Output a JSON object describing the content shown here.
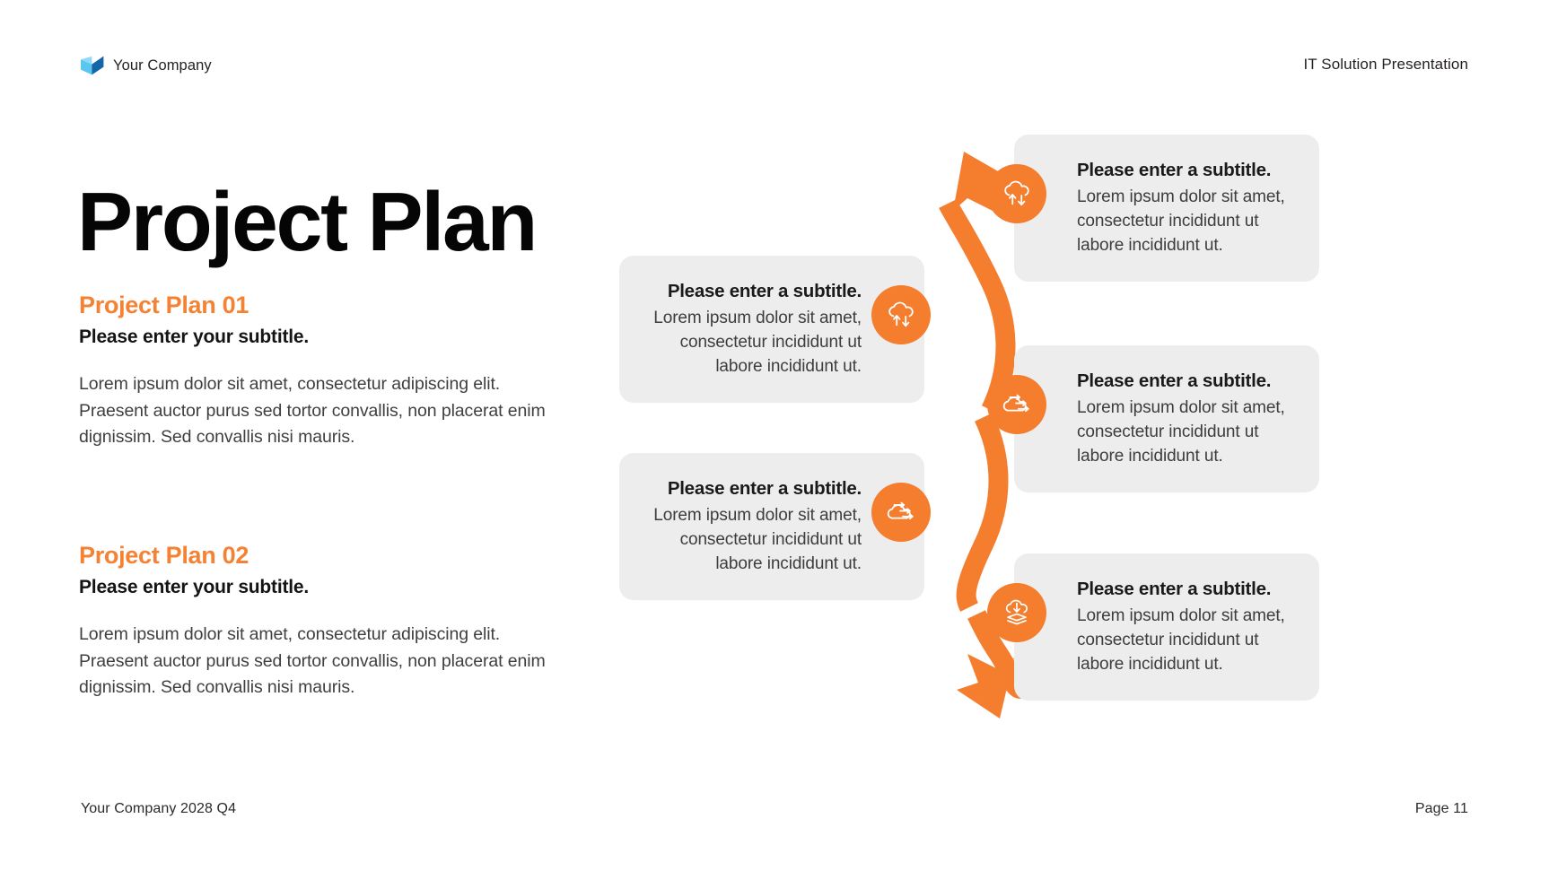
{
  "header": {
    "company": "Your Company",
    "logo_icon": "open-book-logo-icon",
    "right_label": "IT Solution Presentation"
  },
  "title": "Project Plan",
  "plans": [
    {
      "kicker": "Project Plan 01",
      "subtitle": "Please enter your subtitle.",
      "body": "Lorem ipsum dolor sit amet, consectetur adipiscing elit. Praesent auctor purus sed tortor convallis, non placerat enim dignissim. Sed convallis nisi mauris."
    },
    {
      "kicker": "Project Plan 02",
      "subtitle": "Please enter your subtitle.",
      "body": "Lorem ipsum dolor sit amet, consectetur adipiscing elit. Praesent auctor purus sed tortor convallis, non placerat enim dignissim. Sed convallis nisi mauris."
    }
  ],
  "diagram": {
    "flow_arrow_icon": "serpentine-double-arrow-icon",
    "cards_left": [
      {
        "title": "Please enter a subtitle.",
        "body": "Lorem ipsum dolor sit amet, consectetur incididunt ut labore incididunt ut.",
        "icon": "cloud-upload-download-icon"
      },
      {
        "title": "Please enter a subtitle.",
        "body": "Lorem ipsum dolor sit amet, consectetur incididunt ut labore incididunt ut.",
        "icon": "cloud-transfer-arrows-icon"
      }
    ],
    "cards_right": [
      {
        "title": "Please enter a subtitle.",
        "body": "Lorem ipsum dolor sit amet, consectetur incididunt ut labore incididunt ut.",
        "icon": "cloud-upload-download-icon"
      },
      {
        "title": "Please enter a subtitle.",
        "body": "Lorem ipsum dolor sit amet, consectetur incididunt ut labore incididunt ut.",
        "icon": "cloud-transfer-arrows-icon"
      },
      {
        "title": "Please enter a subtitle.",
        "body": "Lorem ipsum dolor sit amet, consectetur incididunt ut labore incididunt ut.",
        "icon": "cloud-download-layers-icon"
      }
    ]
  },
  "footer": {
    "left": "Your Company 2028 Q4",
    "page": "Page 11"
  },
  "colors": {
    "accent_orange": "#F47D2E",
    "kicker_orange": "#F58233",
    "card_gray": "#EDEDED",
    "logo_light_blue": "#5BC6F0",
    "logo_dark_blue": "#1466A8",
    "text_dark": "#1A1A1A"
  }
}
